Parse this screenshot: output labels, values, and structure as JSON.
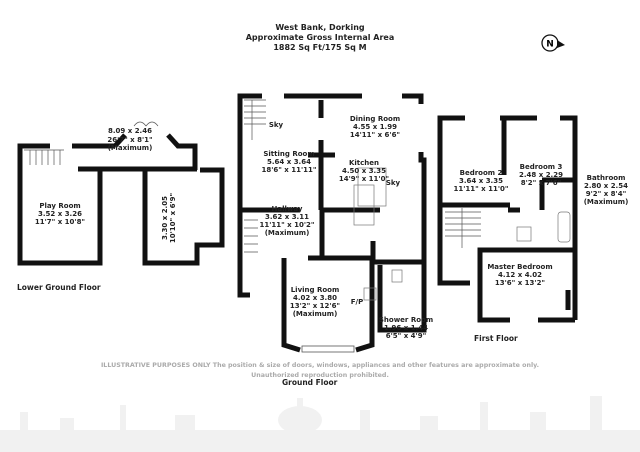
{
  "header": {
    "title": "West Bank, Dorking",
    "subtitle": "Approximate Gross Internal Area",
    "area": "1882 Sq Ft/175 Sq M"
  },
  "compass": {
    "letter": "N"
  },
  "floors": {
    "lower_ground": {
      "name": "Lower Ground Floor",
      "rooms": [
        {
          "name": "",
          "metric": "8.09 x 2.46",
          "imperial": "26'7\" x 8'1\"",
          "note": "(Maximum)"
        },
        {
          "name": "Play Room",
          "metric": "3.52 x 3.26",
          "imperial": "11'7\" x 10'8\""
        },
        {
          "name": "",
          "metric": "3.30 x 2.05",
          "imperial": "10'10\" x 6'9\""
        }
      ]
    },
    "ground": {
      "name": "Ground Floor",
      "rooms": [
        {
          "name": "Dining Room",
          "metric": "4.55 x 1.99",
          "imperial": "14'11\" x 6'6\""
        },
        {
          "name": "Sitting Room",
          "metric": "5.64 x 3.64",
          "imperial": "18'6\" x 11'11\""
        },
        {
          "name": "Kitchen",
          "metric": "4.50 x 3.35",
          "imperial": "14'9\" x 11'0\""
        },
        {
          "name": "Hallway",
          "metric": "3.62 x 3.11",
          "imperial": "11'11\" x 10'2\"",
          "note": "(Maximum)"
        },
        {
          "name": "Living Room",
          "metric": "4.02 x 3.80",
          "imperial": "13'2\" x 12'6\"",
          "note": "(Maximum)"
        },
        {
          "name": "Shower Room",
          "metric": "1.96 x 1.44",
          "imperial": "6'5\" x 4'9\""
        }
      ],
      "labels": {
        "sky1": "Sky",
        "sky2": "Sky",
        "fp": "F/P"
      }
    },
    "first": {
      "name": "First Floor",
      "rooms": [
        {
          "name": "Bedroom 2",
          "metric": "3.64 x 3.35",
          "imperial": "11'11\" x 11'0\""
        },
        {
          "name": "Bedroom 3",
          "metric": "2.48 x 2.29",
          "imperial": "8'2\" x 7'6\""
        },
        {
          "name": "Bathroom",
          "metric": "2.80 x 2.54",
          "imperial": "9'2\" x 8'4\"",
          "note": "(Maximum)"
        },
        {
          "name": "Master Bedroom",
          "metric": "4.12 x 4.02",
          "imperial": "13'6\" x 13'2\""
        }
      ]
    }
  },
  "disclaimer": {
    "line1": "ILLUSTRATIVE PURPOSES ONLY  The position & size of doors, windows, appliances and other features are approximate only.",
    "line2": "Unauthorized reproduction prohibited."
  }
}
